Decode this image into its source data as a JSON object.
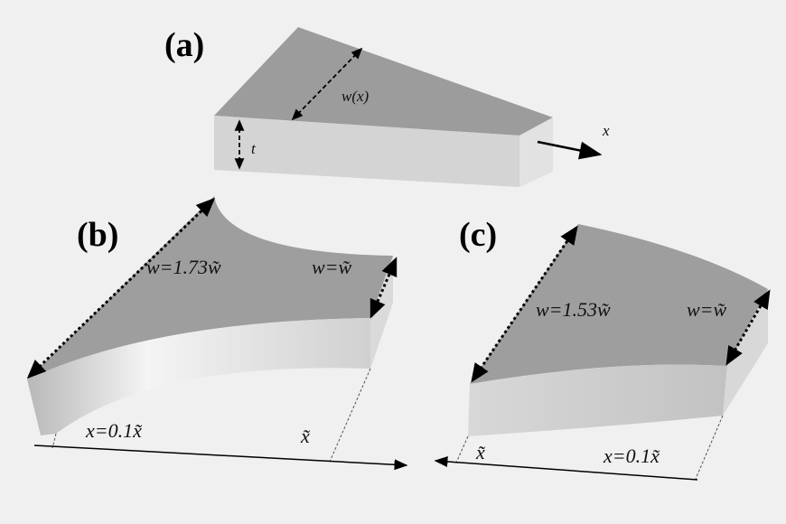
{
  "panels": {
    "a": {
      "label": "(a)",
      "width_label": "w(x)",
      "thickness_label": "t",
      "axis_label": "x"
    },
    "b": {
      "label": "(b)",
      "wide_width_label": "w=1.73w̃",
      "narrow_width_label": "w=w̃",
      "start_label": "x=0.1x̃",
      "end_label": "x̃"
    },
    "c": {
      "label": "(c)",
      "wide_width_label": "w=1.53w̃",
      "narrow_width_label": "w=w̃",
      "start_label": "x̃",
      "end_label": "x=0.1x̃"
    }
  },
  "colors": {
    "background": "#f0f0f0",
    "top_face": "#9e9e9e",
    "front_face": "#d6d6d6",
    "side_face": "#c4c4c4"
  }
}
